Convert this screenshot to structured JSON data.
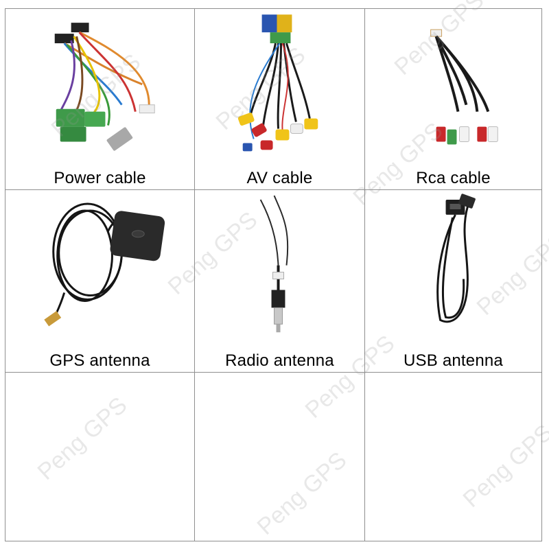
{
  "watermark": "Peng GPS",
  "cells": [
    {
      "caption": "Power cable",
      "icon": "power-cable-icon"
    },
    {
      "caption": "AV cable",
      "icon": "av-cable-icon"
    },
    {
      "caption": "Rca cable",
      "icon": "rca-cable-icon"
    },
    {
      "caption": "GPS antenna",
      "icon": "gps-antenna-icon"
    },
    {
      "caption": "Radio antenna",
      "icon": "radio-antenna-icon"
    },
    {
      "caption": "USB antenna",
      "icon": "usb-antenna-icon"
    }
  ],
  "colors": {
    "border": "#8f8f8f",
    "connector_green": "#3f9a4a",
    "rca_red": "#c8282a",
    "rca_yellow": "#f0c419",
    "rca_white": "#f2f2f2"
  }
}
